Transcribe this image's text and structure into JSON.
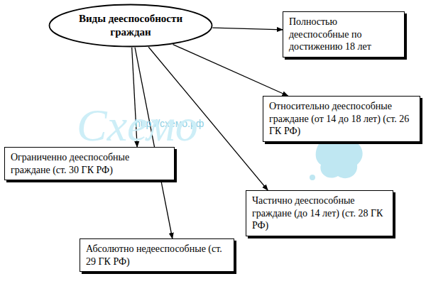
{
  "diagram": {
    "nodes": [
      {
        "text": [
          "Виды дееспособности граждан"
        ]
      },
      {
        "text": [
          "Полностью дееспособные по достижению 18 лет"
        ]
      },
      {
        "text": [
          "Относительно дееспособные граждане (от 14 до 18 лет) (ст. 26 ГК РФ)"
        ]
      },
      {
        "text": [
          "Ограниченно дееспособные граждане (ст. 30 ГК РФ)"
        ]
      },
      {
        "text": [
          "Частично дееспособные граждане (до 14 лет) (ст. 28 ГК РФ)"
        ]
      },
      {
        "text": [
          "Абсолютно недееспособные (ст. 29 ГК РФ)"
        ]
      }
    ],
    "edges": [
      {
        "from": 0,
        "to": 1,
        "arrow": "to"
      },
      {
        "from": 0,
        "to": 2,
        "arrow": "to"
      },
      {
        "from": 0,
        "to": 3,
        "arrow": "to"
      },
      {
        "from": 0,
        "to": 4,
        "arrow": "to"
      },
      {
        "from": 0,
        "to": 5,
        "arrow": "to"
      }
    ],
    "labels": [
      "http://схемо.рф",
      "Схемо"
    ]
  }
}
